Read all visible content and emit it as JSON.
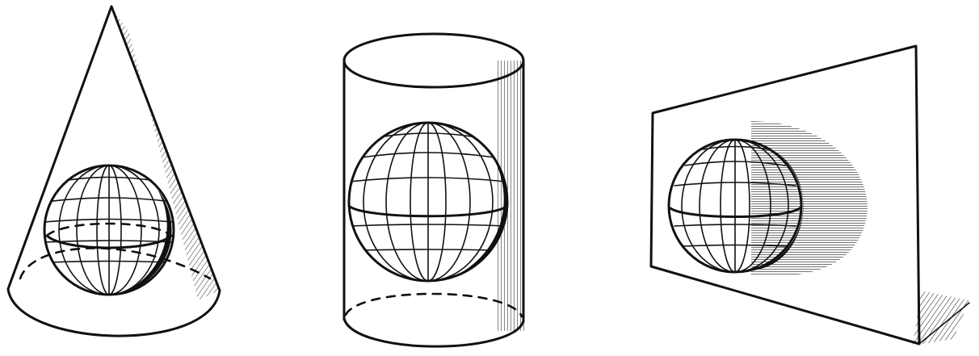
{
  "figure": {
    "panels": [
      {
        "id": "conic",
        "surface": "cone",
        "content": "globe-icon"
      },
      {
        "id": "cylindrical",
        "surface": "cylinder",
        "content": "globe-icon"
      },
      {
        "id": "planar",
        "surface": "plane",
        "content": "globe-icon"
      }
    ],
    "colors": {
      "ink": "#111111",
      "paper": "#ffffff"
    }
  }
}
